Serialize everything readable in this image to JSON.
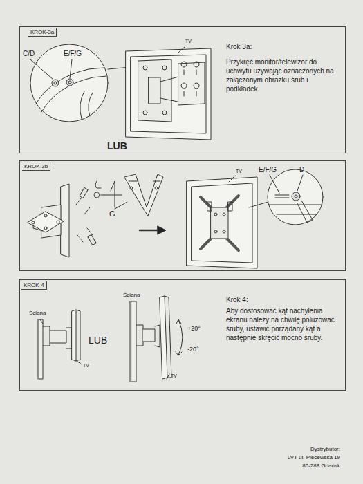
{
  "diagram": {
    "nodes": [
      {
        "text": [
          "KROK-3a",
          "Krok 3a:",
          "Przykręć monitor/telewizor do uchwytu używając oznaczonych na załączonym obrazku śrub i podkładek."
        ]
      },
      {
        "text": [
          "KROK-3b"
        ]
      },
      {
        "text": [
          "KROK-4",
          "Krok 4:",
          "Aby dostosować kąt nachylenia ekranu należy na chwilę poluzować śruby, ustawić porządany kąt a następnie skręcić mocno śruby."
        ]
      }
    ],
    "labels": [
      "C/D",
      "E/F/G",
      "TV",
      "LUB",
      "G",
      "E/F/G",
      "D",
      "TV",
      "Ściana",
      "Ściana",
      "LUB",
      "TV",
      "TV",
      "+20°",
      "-20°",
      "Dystrybutor:",
      "LVT ul. Piecewska 19",
      "80-288 Gdańsk"
    ]
  }
}
